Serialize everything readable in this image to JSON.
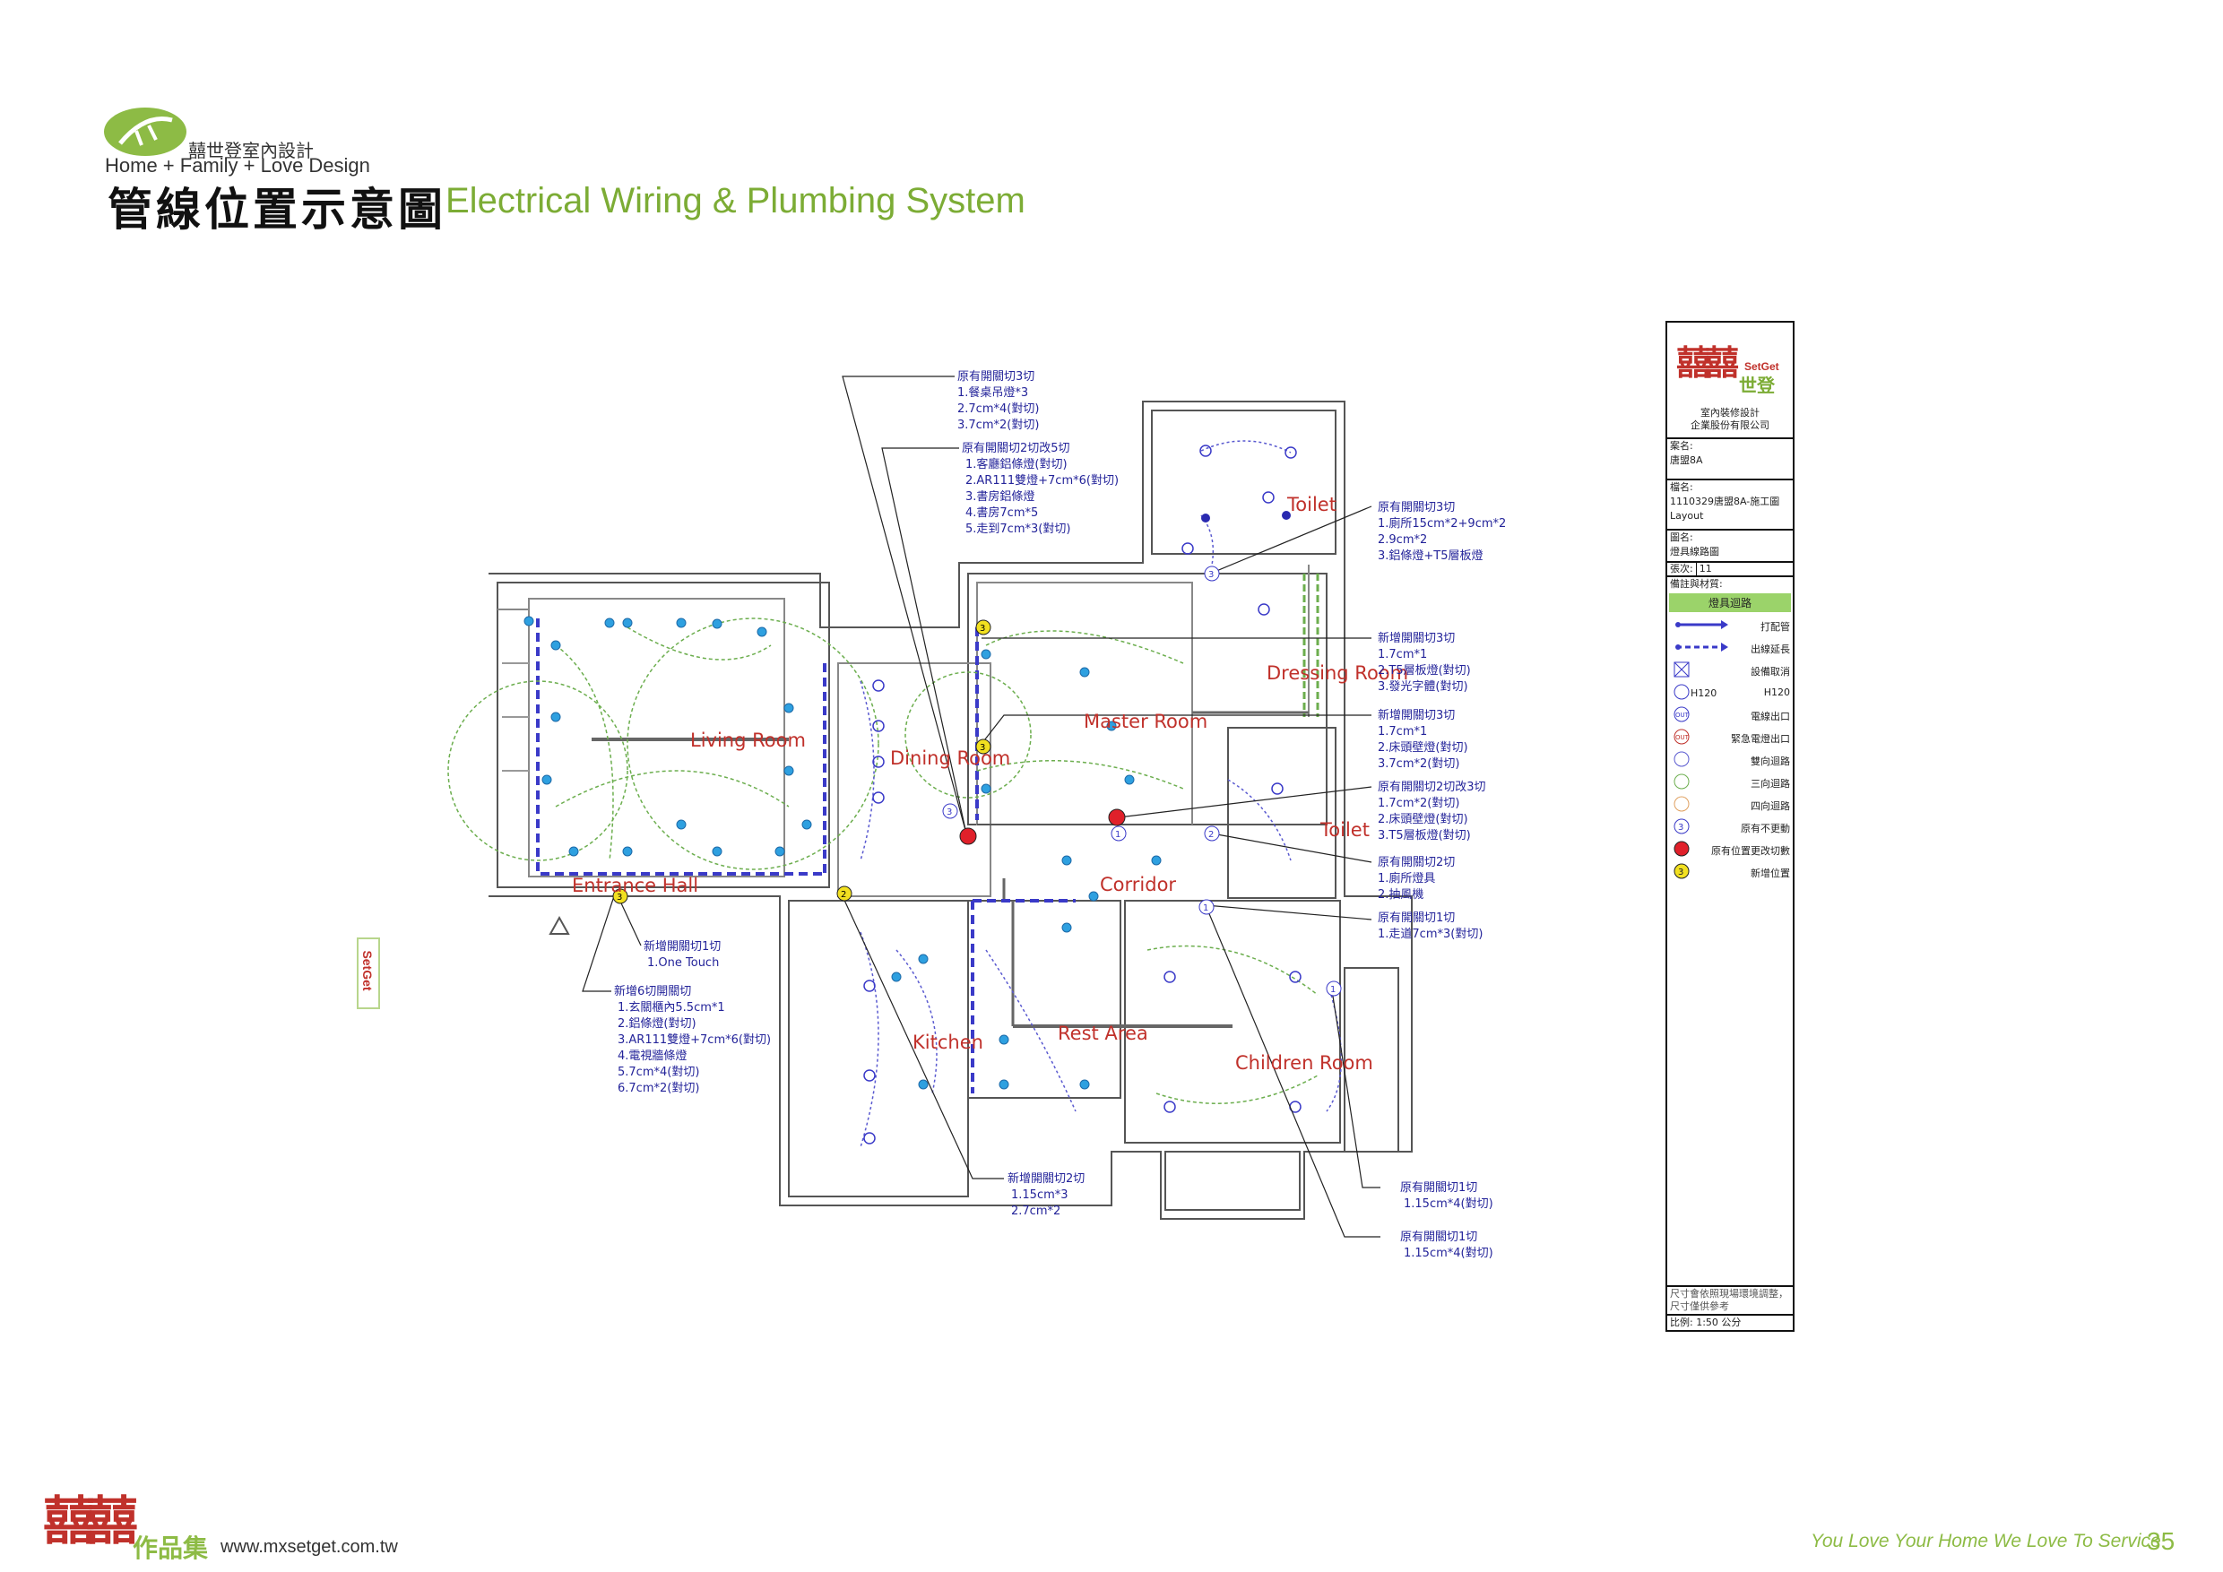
{
  "header": {
    "brand_cn": "囍世登室內設計",
    "brand_en": "Home + Family + Love Design",
    "title_cn": "管線位置示意圖",
    "title_en": "Electrical Wiring & Plumbing System"
  },
  "rooms": {
    "toilet_top": "Toilet",
    "living": "Living Room",
    "dining": "Dining Room",
    "master": "Master Room",
    "dressing": "Dressing Room",
    "toilet_mid": "Toilet",
    "entrance": "Entrance Hall",
    "corridor": "Corridor",
    "kitchen": "Kitchen",
    "rest": "Rest Area",
    "children": "Children Room"
  },
  "notes": {
    "n1": [
      "原有開關切3切",
      "1.餐桌吊燈*3",
      "2.7cm*4(對切)",
      "3.7cm*2(對切)"
    ],
    "n2": [
      "原有開關切2切改5切",
      "1.客廳鋁條燈(對切)",
      "2.AR111雙燈+7cm*6(對切)",
      "3.書房鋁條燈",
      "4.書房7cm*5",
      "5.走到7cm*3(對切)"
    ],
    "n3": [
      "原有開關切3切",
      "1.廁所15cm*2+9cm*2",
      "2.9cm*2",
      "3.鋁條燈+T5層板燈"
    ],
    "n4": [
      "新增開關切3切",
      "1.7cm*1",
      "2.T5層板燈(對切)",
      "3.發光字體(對切)"
    ],
    "n5": [
      "新增開關切3切",
      "1.7cm*1",
      "2.床頭壁燈(對切)",
      "3.7cm*2(對切)"
    ],
    "n6": [
      "原有開關切2切改3切",
      "1.7cm*2(對切)",
      "2.床頭壁燈(對切)",
      "3.T5層板燈(對切)"
    ],
    "n7": [
      "原有開關切2切",
      "1.廁所燈具",
      "2.抽風機"
    ],
    "n8": [
      "原有開關切1切",
      "1.走道7cm*3(對切)"
    ],
    "n9": [
      "新增開關切1切",
      "1.One Touch"
    ],
    "n10": [
      "新增6切開關切",
      "1.玄關櫃內5.5cm*1",
      "2.鋁條燈(對切)",
      "3.AR111雙燈+7cm*6(對切)",
      "4.電視牆條燈",
      "5.7cm*4(對切)",
      "6.7cm*2(對切)"
    ],
    "n11": [
      "新增開關切2切",
      "1.15cm*3",
      "2.7cm*2"
    ],
    "n12": [
      "原有開關切1切",
      "1.15cm*4(對切)"
    ],
    "n13": [
      "原有開關切1切",
      "1.15cm*4(對切)"
    ]
  },
  "markers": {
    "one": "1",
    "two": "2",
    "three": "3"
  },
  "titleblock": {
    "logo_char": "囍囍",
    "logo_en": "SetGet",
    "logo_cn": "世登",
    "company1": "室內裝修設計",
    "company2": "企業股份有限公司",
    "case_label": "案名:",
    "case_value": "唐盟8A",
    "file_label": "檔名:",
    "file_value": "1110329唐盟8A-施工圖",
    "file_value2": "Layout",
    "drawing_label": "圖名:",
    "drawing_value": "燈具線路圖",
    "sheet_label": "張次:",
    "sheet_value": "11",
    "remarks_label": "備註與材質:",
    "legend_header": "燈具迴路",
    "legend": [
      "打配管",
      "出線延長",
      "設備取消",
      "H120",
      "電線出口",
      "緊急電燈出口",
      "雙向迴路",
      "三向迴路",
      "四向迴路",
      "原有不更動",
      "原有位置更改切數",
      "新增位置"
    ],
    "h120": "H120",
    "out": "OUT",
    "note": "尺寸會依照現場環境調整，尺寸僅供參考",
    "scale": "比例: 1:50 公分"
  },
  "side_logo": "SetGet",
  "footer": {
    "logo_char": "囍囍",
    "works": "作品集",
    "site": "www.mxsetget.com.tw",
    "slogan": "You Love Your Home We Love To Service",
    "page": "35"
  },
  "colors": {
    "accent": "#7cac35",
    "red": "#c0312b",
    "wire_blue": "#3a3ac8",
    "wire_green": "#6cae4e",
    "light_blue": "#2ea0e0",
    "marker_yellow": "#f2e020",
    "marker_red": "#e0202a"
  }
}
